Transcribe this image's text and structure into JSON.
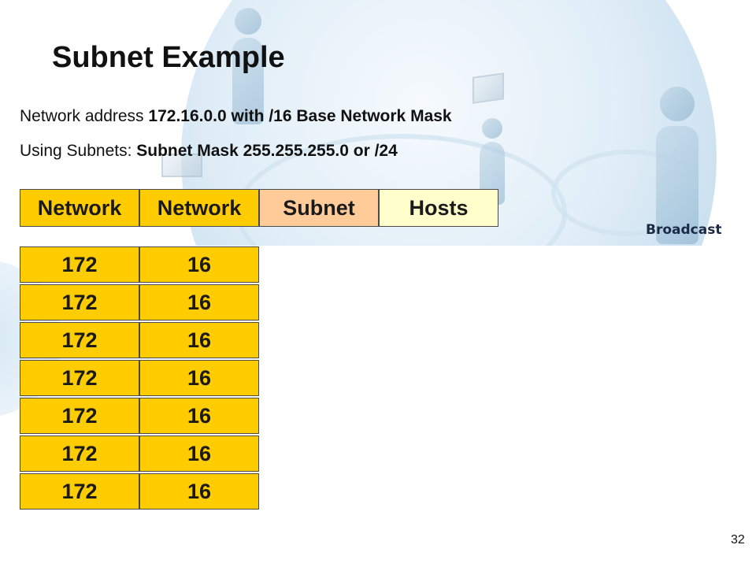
{
  "slide": {
    "title": "Subnet Example",
    "line1": {
      "prefix": "Network address ",
      "bold": "172.16.0.0 with /16 Base Network Mask"
    },
    "line2": {
      "prefix": "Using Subnets: ",
      "bold": "Subnet Mask 255.255.255.0 or /24"
    },
    "header": [
      {
        "label": "Network",
        "color": "#FFCC00"
      },
      {
        "label": "Network",
        "color": "#FFCC00"
      },
      {
        "label": "Subnet",
        "color": "#FFCC99"
      },
      {
        "label": "Hosts",
        "color": "#FFFFCC"
      }
    ],
    "broadcast_label": "Broadcast",
    "row_color": "#FFCC00",
    "rows": [
      {
        "octet1": "172",
        "octet2": "16"
      },
      {
        "octet1": "172",
        "octet2": "16"
      },
      {
        "octet1": "172",
        "octet2": "16"
      },
      {
        "octet1": "172",
        "octet2": "16"
      },
      {
        "octet1": "172",
        "octet2": "16"
      },
      {
        "octet1": "172",
        "octet2": "16"
      },
      {
        "octet1": "172",
        "octet2": "16"
      }
    ],
    "page_number": "32"
  }
}
